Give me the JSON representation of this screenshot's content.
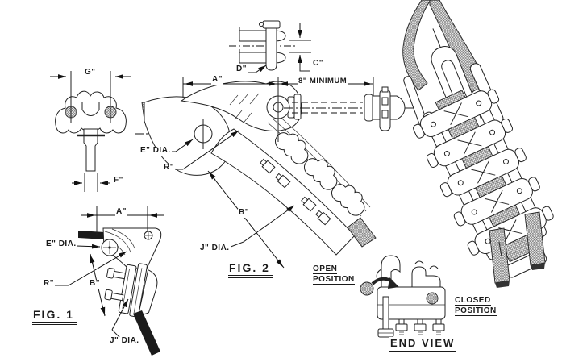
{
  "meta": {
    "type": "engineering-line-drawing",
    "background": "#ffffff",
    "line_color": "#1f1f1f"
  },
  "figures": {
    "top_view": {
      "g_dim": "G\"",
      "f_dim": "F\""
    },
    "pin_detail": {
      "c_dim": "C\"",
      "d_dim": "D\""
    },
    "fig2": {
      "caption": "FIG. 2",
      "a_dim": "A\"",
      "minimum_dim": "8\" MINIMUM",
      "e_dia": "E\" DIA.",
      "r_dim": "R\"",
      "b_dim": "B\"",
      "j_dia": "J\" DIA.",
      "note": {
        "line1": "OPEN",
        "line2": "POSITION"
      }
    },
    "fig1": {
      "caption": "FIG. 1",
      "a_dim": "A\"",
      "e_dia": "E\" DIA.",
      "r_dim": "R\"",
      "b_dim": "B\"",
      "j_dia": "J\" DIA."
    },
    "end_view": {
      "caption": "END VIEW",
      "note": {
        "line1": "CLOSED",
        "line2": "POSITION"
      }
    }
  }
}
